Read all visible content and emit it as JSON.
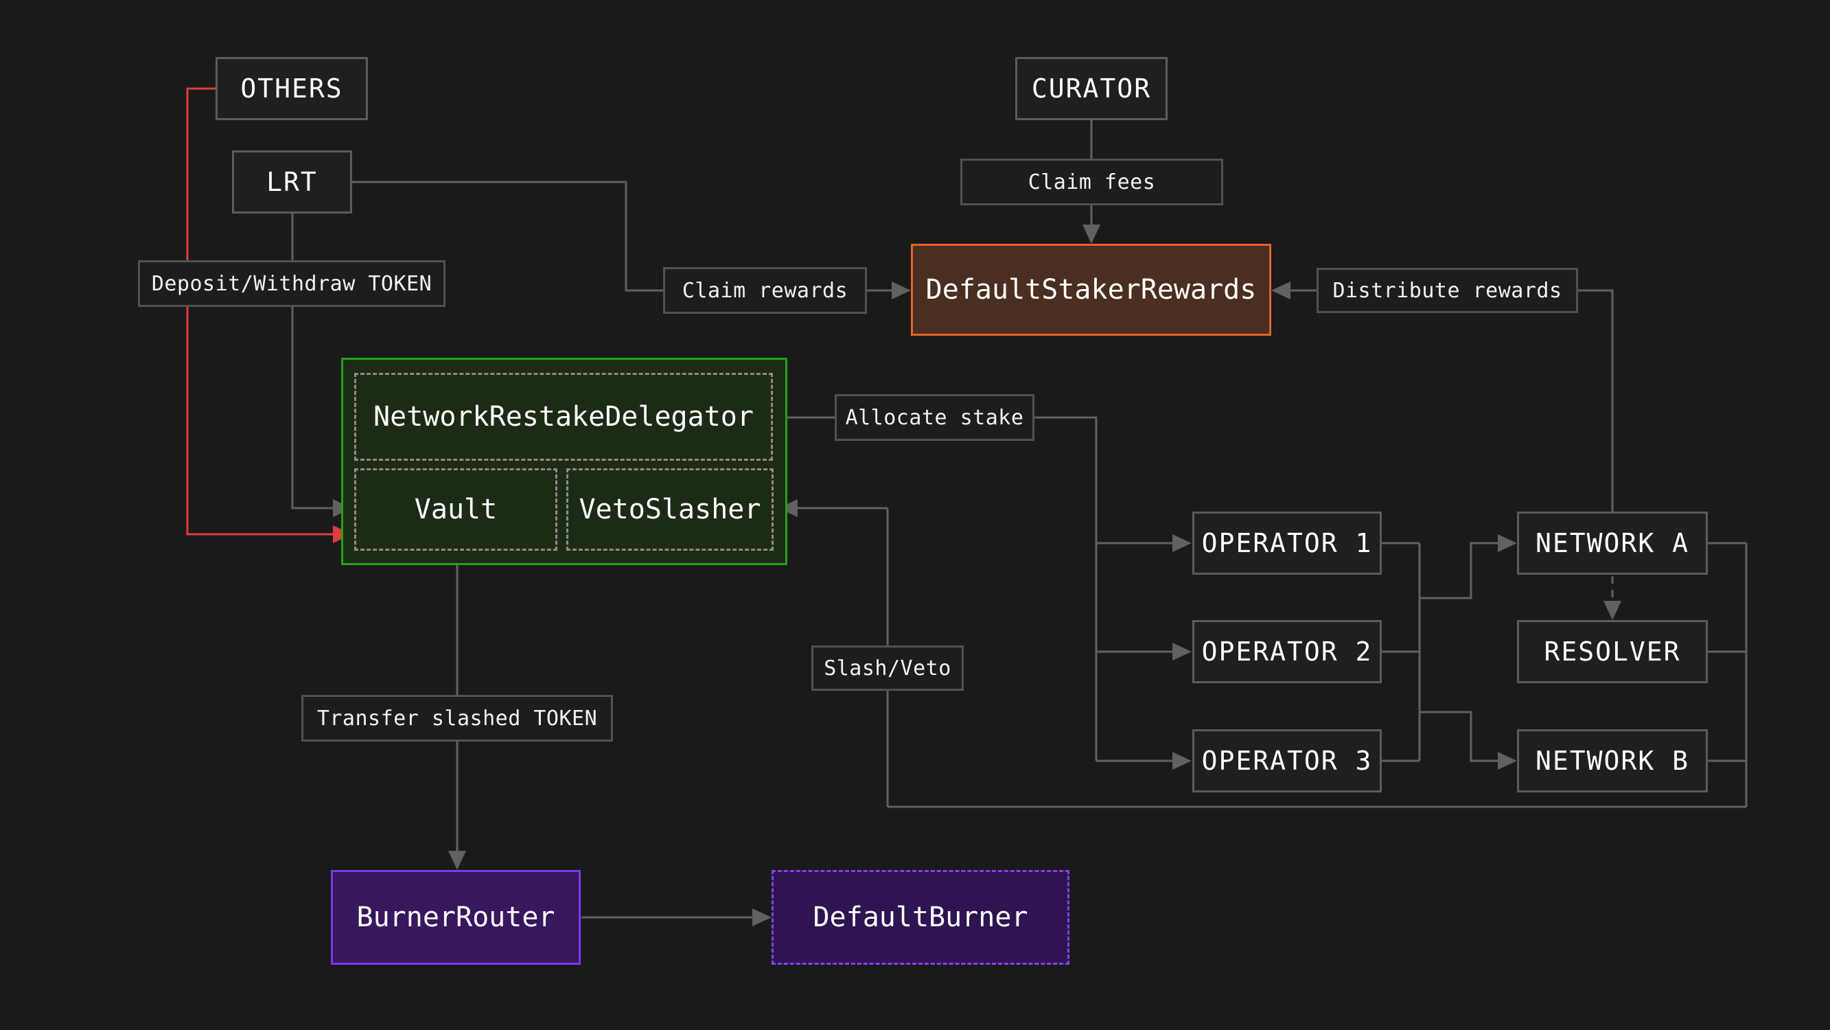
{
  "diagram": {
    "title": "Symbiotic vault architecture diagram",
    "colors": {
      "background": "#1a1a1a",
      "node_fill": "#1f1f1f",
      "node_border": "#5c5c5c",
      "wire_gray": "#616161",
      "wire_red": "#e23d3d",
      "dashed_gray": "#8d8d8d",
      "green_border": "#24a317",
      "green_fill": "#1c2b16",
      "orange_border": "#e2652c",
      "orange_fill": "#4a2e1f",
      "purple_border": "#7b3be6",
      "purple_fill": "#38175e",
      "purple_dashed_fill": "#2e1450",
      "text": "#ffffff"
    },
    "nodes": {
      "others": {
        "label": "OTHERS"
      },
      "lrt": {
        "label": "LRT"
      },
      "curator": {
        "label": "CURATOR"
      },
      "default_staker_rewards": {
        "label": "DefaultStakerRewards"
      },
      "network_restake_delegator": {
        "label": "NetworkRestakeDelegator"
      },
      "vault": {
        "label": "Vault"
      },
      "veto_slasher": {
        "label": "VetoSlasher"
      },
      "operator_1": {
        "label": "OPERATOR 1"
      },
      "operator_2": {
        "label": "OPERATOR 2"
      },
      "operator_3": {
        "label": "OPERATOR 3"
      },
      "network_a": {
        "label": "NETWORK A"
      },
      "resolver": {
        "label": "RESOLVER"
      },
      "network_b": {
        "label": "NETWORK B"
      },
      "burner_router": {
        "label": "BurnerRouter"
      },
      "default_burner": {
        "label": "DefaultBurner"
      }
    },
    "edge_labels": {
      "deposit_withdraw": {
        "label": "Deposit/Withdraw TOKEN"
      },
      "claim_fees": {
        "label": "Claim fees"
      },
      "claim_rewards": {
        "label": "Claim rewards"
      },
      "distribute_rewards": {
        "label": "Distribute rewards"
      },
      "allocate_stake": {
        "label": "Allocate stake"
      },
      "slash_veto": {
        "label": "Slash/Veto"
      },
      "transfer_slashed": {
        "label": "Transfer slashed TOKEN"
      }
    },
    "edges": [
      {
        "from": "OTHERS",
        "to": "Vault",
        "via_label": "Deposit/Withdraw TOKEN",
        "color": "red",
        "arrow": true
      },
      {
        "from": "LRT",
        "to": "Vault",
        "via_label": "Deposit/Withdraw TOKEN",
        "color": "gray",
        "arrow": true
      },
      {
        "from": "LRT",
        "to": "DefaultStakerRewards",
        "via_label": "Claim rewards",
        "color": "gray",
        "arrow": true
      },
      {
        "from": "CURATOR",
        "to": "DefaultStakerRewards",
        "via_label": "Claim fees",
        "color": "gray",
        "arrow": true
      },
      {
        "from": "NETWORK A",
        "to": "DefaultStakerRewards",
        "via_label": "Distribute rewards",
        "color": "gray",
        "arrow": true
      },
      {
        "from": "NetworkRestakeDelegator",
        "to": "OPERATOR 1",
        "via_label": "Allocate stake",
        "color": "gray",
        "arrow": true
      },
      {
        "from": "NetworkRestakeDelegator",
        "to": "OPERATOR 2",
        "via_label": "Allocate stake",
        "color": "gray",
        "arrow": true
      },
      {
        "from": "NetworkRestakeDelegator",
        "to": "OPERATOR 3",
        "via_label": "Allocate stake",
        "color": "gray",
        "arrow": true
      },
      {
        "from": "OPERATOR 1/2/3",
        "to": "NETWORK A",
        "color": "gray",
        "arrow": true
      },
      {
        "from": "OPERATOR 1/2/3",
        "to": "NETWORK B",
        "color": "gray",
        "arrow": true
      },
      {
        "from": "NETWORK A",
        "to": "RESOLVER",
        "color": "gray",
        "arrow": true,
        "style": "dashed"
      },
      {
        "from": "NETWORK A / RESOLVER / NETWORK B",
        "to": "VetoSlasher",
        "via_label": "Slash/Veto",
        "color": "gray",
        "arrow": true
      },
      {
        "from": "Vault",
        "to": "BurnerRouter",
        "via_label": "Transfer slashed TOKEN",
        "color": "gray",
        "arrow": true
      },
      {
        "from": "BurnerRouter",
        "to": "DefaultBurner",
        "color": "gray",
        "arrow": true
      }
    ]
  }
}
